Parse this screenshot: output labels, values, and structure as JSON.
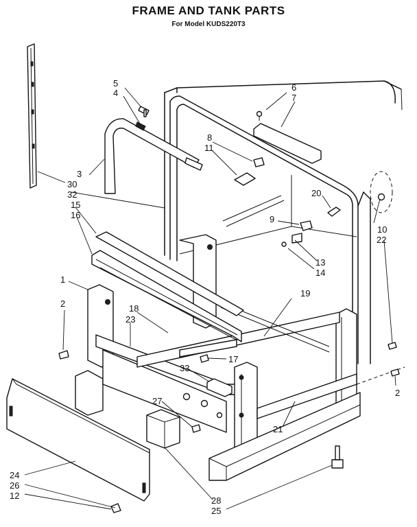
{
  "title": "FRAME AND TANK PARTS",
  "subtitle": "For Model KUDS220T3",
  "callouts": [
    {
      "id": "c5",
      "text": "5"
    },
    {
      "id": "c4",
      "text": "4"
    },
    {
      "id": "c6",
      "text": "6"
    },
    {
      "id": "c7",
      "text": "7"
    },
    {
      "id": "c8",
      "text": "8"
    },
    {
      "id": "c11",
      "text": "11"
    },
    {
      "id": "c3",
      "text": "3"
    },
    {
      "id": "c30",
      "text": "30"
    },
    {
      "id": "c32",
      "text": "32"
    },
    {
      "id": "c15",
      "text": "15"
    },
    {
      "id": "c16",
      "text": "16"
    },
    {
      "id": "c20",
      "text": "20"
    },
    {
      "id": "c9",
      "text": "9"
    },
    {
      "id": "c10",
      "text": "10"
    },
    {
      "id": "c22",
      "text": "22"
    },
    {
      "id": "c13",
      "text": "13"
    },
    {
      "id": "c14",
      "text": "14"
    },
    {
      "id": "c1",
      "text": "1"
    },
    {
      "id": "c19",
      "text": "19"
    },
    {
      "id": "c2a",
      "text": "2"
    },
    {
      "id": "c18",
      "text": "18"
    },
    {
      "id": "c23",
      "text": "23"
    },
    {
      "id": "c17",
      "text": "17"
    },
    {
      "id": "c33",
      "text": "33"
    },
    {
      "id": "c2b",
      "text": "2"
    },
    {
      "id": "c27",
      "text": "27"
    },
    {
      "id": "c21",
      "text": "21"
    },
    {
      "id": "c24",
      "text": "24"
    },
    {
      "id": "c26",
      "text": "26"
    },
    {
      "id": "c12",
      "text": "12"
    },
    {
      "id": "c28",
      "text": "28"
    },
    {
      "id": "c25",
      "text": "25"
    }
  ]
}
